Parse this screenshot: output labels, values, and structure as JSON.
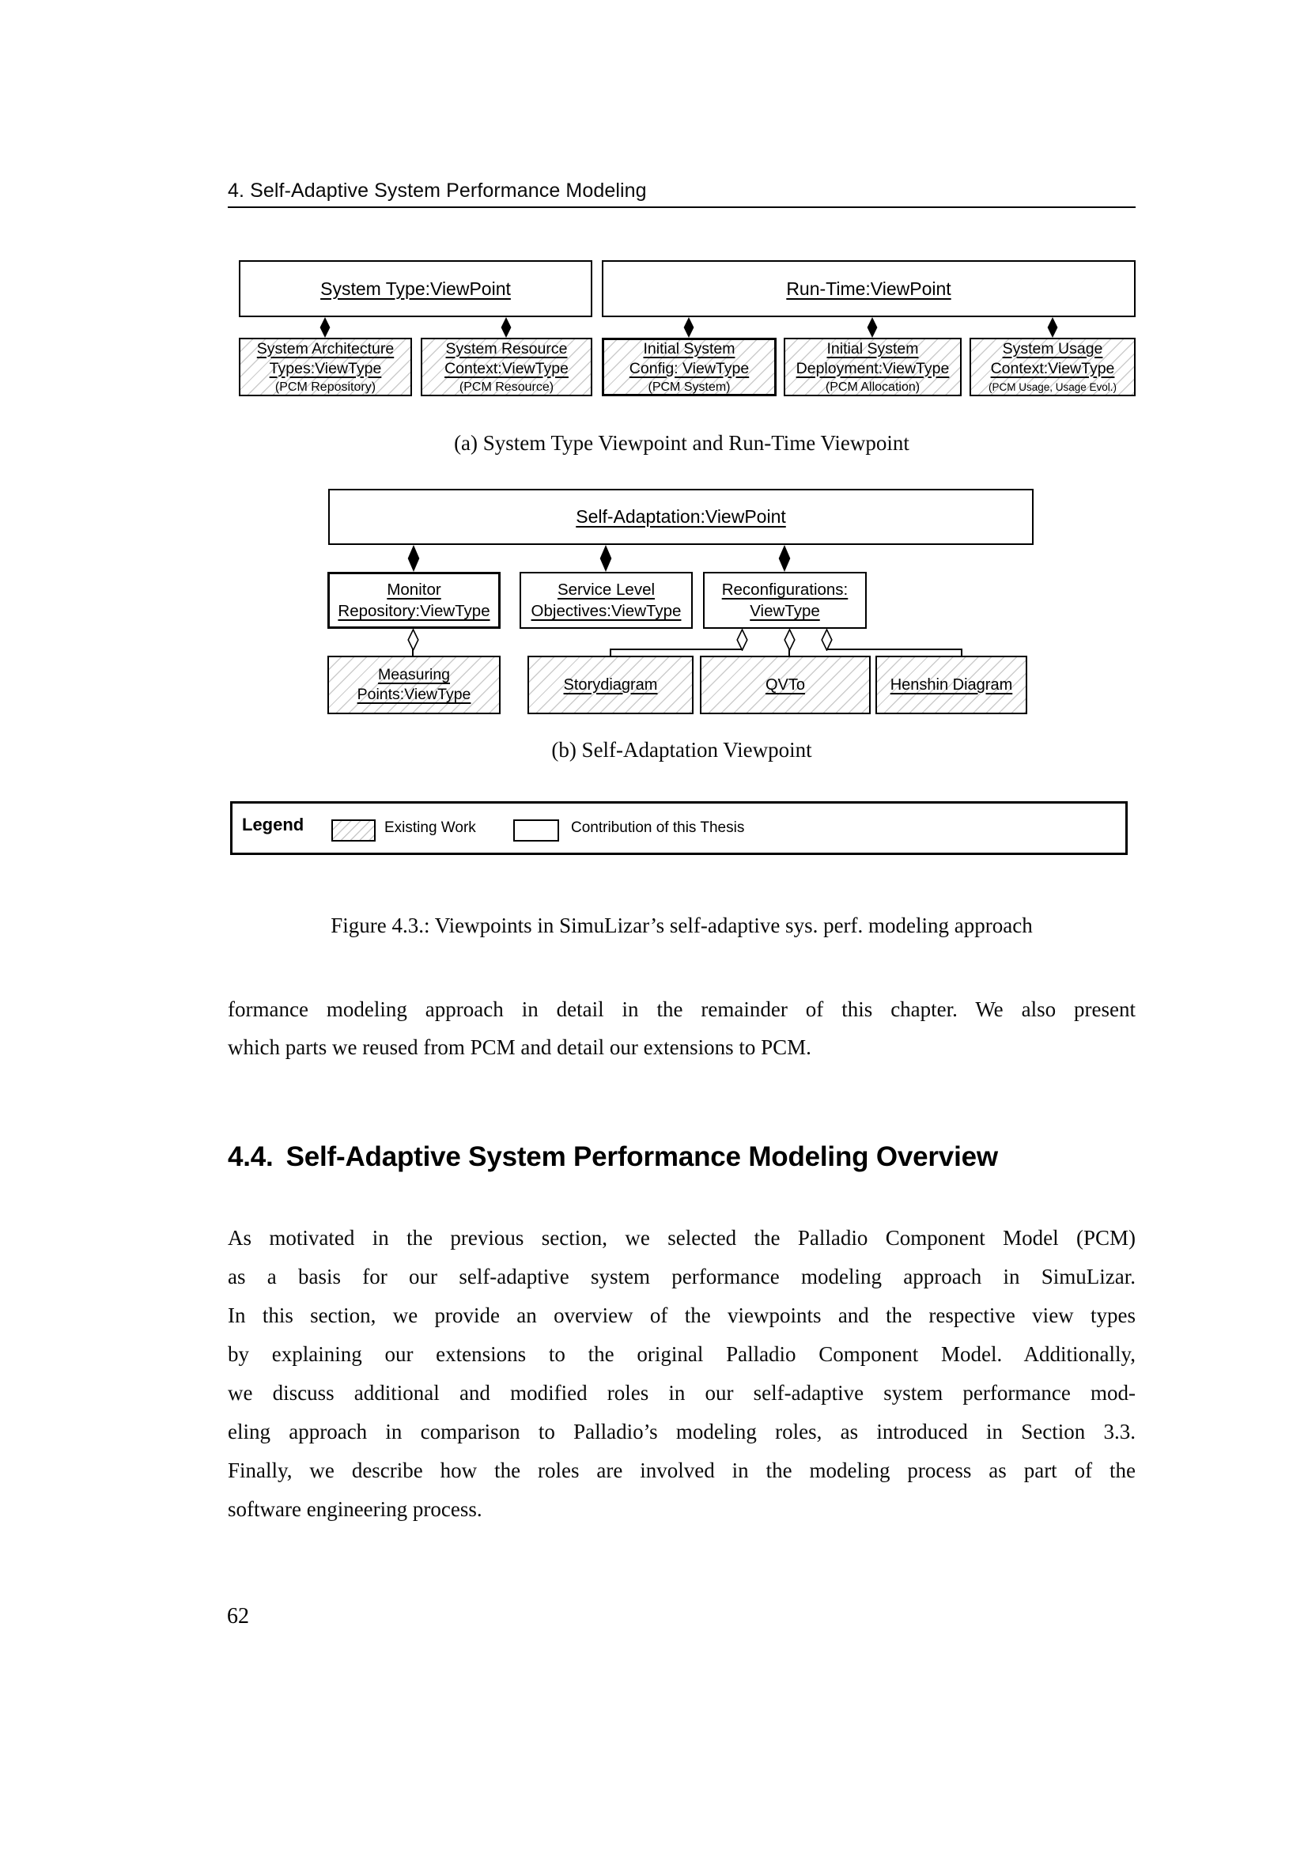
{
  "page": {
    "running_header": "4. Self-Adaptive System Performance Modeling",
    "page_number": "62"
  },
  "figure": {
    "diagram_a": {
      "viewpoints": [
        {
          "label": "System Type:ViewPoint"
        },
        {
          "label": "Run-Time:ViewPoint"
        }
      ],
      "viewtypes": [
        {
          "line1": "System Architecture",
          "line2": "Types:ViewType",
          "sub": "(PCM Repository)"
        },
        {
          "line1": "System Resource",
          "line2": "Context:ViewType",
          "sub": "(PCM Resource)"
        },
        {
          "line1": "Initial System",
          "line2": "Config: ViewType",
          "sub": "(PCM System)"
        },
        {
          "line1": "Initial System",
          "line2": "Deployment:ViewType",
          "sub": "(PCM Allocation)"
        },
        {
          "line1": "System Usage",
          "line2": "Context:ViewType",
          "sub": "(PCM Usage, Usage Evol.)"
        }
      ],
      "caption": "(a) System Type Viewpoint and Run-Time Viewpoint"
    },
    "diagram_b": {
      "root": "Self-Adaptation:ViewPoint",
      "viewtypes": [
        {
          "line1": "Monitor",
          "line2": "Repository:ViewType"
        },
        {
          "line1": "Service Level",
          "line2": "Objectives:ViewType"
        },
        {
          "line1": "Reconfigurations:",
          "line2": "ViewType"
        }
      ],
      "leaves": [
        {
          "line1": "Measuring",
          "line2": "Points:ViewType"
        },
        {
          "line1": "Storydiagram"
        },
        {
          "line1": "QVTo"
        },
        {
          "line1": "Henshin Diagram"
        }
      ],
      "caption": "(b) Self-Adaptation Viewpoint"
    },
    "legend": {
      "title": "Legend",
      "existing_label": "Existing Work",
      "contribution_label": "Contribution of this Thesis"
    },
    "caption": "Figure 4.3.: Viewpoints in SimuLizar’s self-adaptive sys. perf. modeling approach"
  },
  "body": {
    "para1_lines": [
      "formance modeling approach in detail in the remainder of this chapter. We also present",
      "which parts we reused from PCM and detail our extensions to PCM."
    ],
    "section_heading": {
      "number": "4.4.",
      "title": "Self-Adaptive System Performance Modeling Overview"
    },
    "para2_lines": [
      "As motivated in the previous section, we selected the Palladio Component Model (PCM)",
      "as a basis for our self-adaptive system performance modeling approach in SimuLizar.",
      "In this section, we provide an overview of the viewpoints and the respective view types",
      "by explaining our extensions to the original Palladio Component Model. Additionally,",
      "we discuss additional and modified roles in our self-adaptive system performance mod-",
      "eling approach in comparison to Palladio’s modeling roles, as introduced in Section 3.3.",
      "Finally, we describe how the roles are involved in the modeling process as part of the",
      "software engineering process."
    ]
  },
  "colors": {
    "ink": "#000000",
    "hatch_line": "#cccccc",
    "background": "#ffffff"
  }
}
